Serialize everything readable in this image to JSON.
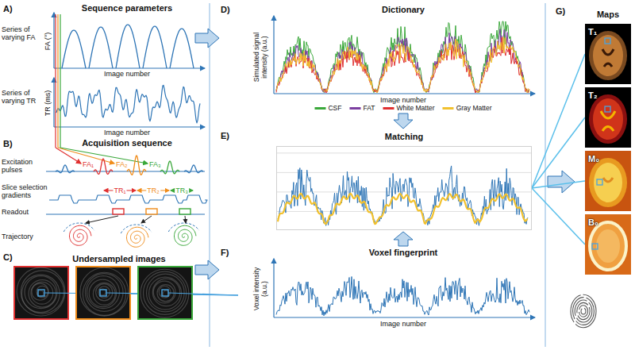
{
  "diagram": {
    "nodes": [
      {
        "text": [
          "Matching"
        ]
      },
      {
        "text": [
          "T₁"
        ]
      },
      {
        "text": [
          "T₂"
        ]
      },
      {
        "text": [
          "M₀"
        ]
      },
      {
        "text": [
          "B₀"
        ]
      }
    ],
    "edges": [
      {
        "from": 0,
        "to": 1,
        "arrow": "none"
      },
      {
        "from": 0,
        "to": 2,
        "arrow": "none"
      },
      {
        "from": 0,
        "to": 3,
        "arrow": "none"
      },
      {
        "from": 0,
        "to": 4,
        "arrow": "none"
      }
    ],
    "labels": [
      "A)",
      "Sequence parameters",
      "Series of varying FA",
      "FA (°)",
      "Image number",
      "Series of varying TR",
      "TR (ms)",
      "Image number",
      "B)",
      "Acquisition sequence",
      "Excitation pulses",
      "FA₁",
      "FA₂",
      "FA₃",
      "Slice selection gradients",
      "TR₁",
      "TR₂",
      "TR₃",
      "Readout",
      "Trajectory",
      "C)",
      "Undersampled images",
      "D)",
      "Dictionary",
      "Simulated signal intensity (a.u.)",
      "Image number",
      "E)",
      "F)",
      "Voxel fingerprint",
      "Voxel intensity (a.u.)",
      "Image number",
      "G)",
      "Maps"
    ],
    "legend": [
      {
        "text": "CSF",
        "color": "#3aa83a"
      },
      {
        "text": "FAT",
        "color": "#7b3fa0"
      },
      {
        "text": "White Matter",
        "color": "#e03030"
      },
      {
        "text": "Gray Matter",
        "color": "#f2c12e"
      }
    ]
  }
}
